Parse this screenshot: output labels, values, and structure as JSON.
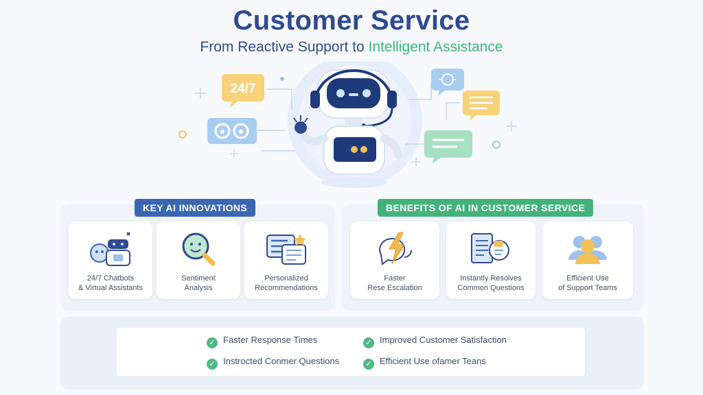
{
  "header": {
    "title": "Customer Service",
    "subtitle_part1": "From Reactive Support to ",
    "subtitle_accent": "Intelligent Assistance"
  },
  "hero": {
    "bubble_247": "24/7"
  },
  "innovations": {
    "label": "KEY AI INNOVATIONS",
    "cards": [
      {
        "line1": "24/7 Chatbots",
        "line2": "& Virtual Assistants",
        "icon": "chatbot-icon"
      },
      {
        "line1": "Sentiment",
        "line2": "Analysis",
        "icon": "sentiment-magnifier-icon"
      },
      {
        "line1": "Personalized",
        "line2": "Recommendations",
        "icon": "recommendations-icon"
      }
    ]
  },
  "benefits": {
    "label": "BENEFITS OF AI IN CUSTOMER SERVICE",
    "cards": [
      {
        "line1": "Faster",
        "line2": "Rese Escalation",
        "icon": "lightning-bolt-icon"
      },
      {
        "line1": "Instantly Resolves",
        "line2": "Common Questions",
        "icon": "document-chat-icon"
      },
      {
        "line1": "Efficient Use",
        "line2": "of Support Teams",
        "icon": "team-icon"
      }
    ]
  },
  "checklist": [
    "Faster Response Times",
    "Improved Customer Satisfaction",
    "Instrocted Conmer Questions",
    "Efficient Use ofаmer Teans"
  ],
  "colors": {
    "primary_blue": "#2f4a8f",
    "accent_green": "#3fb37a",
    "label_blue": "#3a67b0",
    "label_green": "#45b27c",
    "bubble_yellow": "#f8d27a",
    "bubble_blue": "#a9cdf1",
    "bubble_green": "#a8e0c4"
  }
}
